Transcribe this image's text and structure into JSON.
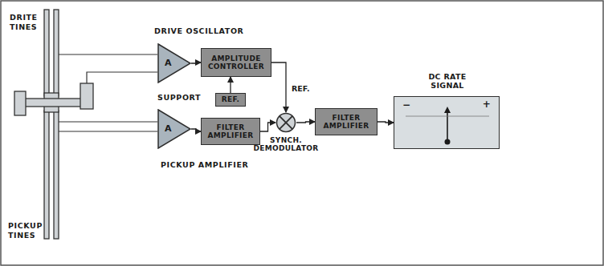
{
  "diagram": {
    "nodes": [
      {
        "text": [
          "A"
        ]
      },
      {
        "text": [
          "AMPLITUDE CONTROLLER"
        ]
      },
      {
        "text": [
          "REF."
        ]
      },
      {
        "text": [
          "A"
        ]
      },
      {
        "text": [
          "FILTER AMPLIFIER"
        ]
      },
      {
        "text": [
          "SYNCH. DEMODULATOR"
        ]
      },
      {
        "text": [
          "FILTER AMPLIFIER"
        ]
      },
      {
        "text": [
          "DC RATE SIGNAL",
          "−",
          "+"
        ]
      }
    ],
    "edges": [
      {
        "from": 0,
        "to": 1,
        "arrow": "to"
      },
      {
        "from": 2,
        "to": 1,
        "arrow": "to"
      },
      {
        "from": 1,
        "to": 5,
        "label": "REF.",
        "arrow": "to"
      },
      {
        "from": 3,
        "to": 4,
        "arrow": "to"
      },
      {
        "from": 4,
        "to": 5,
        "arrow": "to"
      },
      {
        "from": 5,
        "to": 6,
        "arrow": "to"
      },
      {
        "from": 6,
        "to": 7,
        "arrow": "to"
      }
    ],
    "labels": [
      "DRITE TINES",
      "PICKUP TINES",
      "SUPPORT",
      "DRIVE OSCILLATOR",
      "PICKUP AMPLIFIER"
    ]
  }
}
